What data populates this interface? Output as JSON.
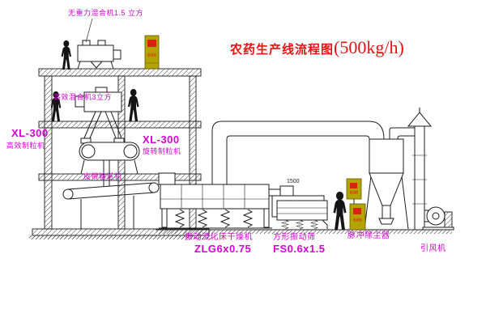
{
  "title": {
    "name": "农药生产线流程图",
    "capacity": "(500kg/h)"
  },
  "labels": {
    "mixer_top": "无重力混合机1.5 立方",
    "mixer_l2": "高效混合机3立方",
    "granulator_left_model": "XL-300",
    "granulator_left_name": "高效制粒机",
    "granulator_mid_model": "XL-300",
    "granulator_mid_name": "旋转制粒机",
    "belt_conveyor": "皮带输送机",
    "dryer_name": "振动流化床干燥机",
    "dryer_model": "ZLG6x0.75",
    "screen_name": "方形振动筛",
    "screen_model": "FS0.6x1.5",
    "dust_collector": "脉冲除尘器",
    "fan": "引风机",
    "hopper_note": "1500"
  },
  "cabinets": {
    "panel_text": "600"
  },
  "colors": {
    "magenta": "#d400d4",
    "red": "#e81010",
    "cabinet": "#b3a400",
    "cabinet_accent": "#d92211",
    "line": "#1c1c1c",
    "figure": "#151515",
    "background": "#ffffff"
  }
}
